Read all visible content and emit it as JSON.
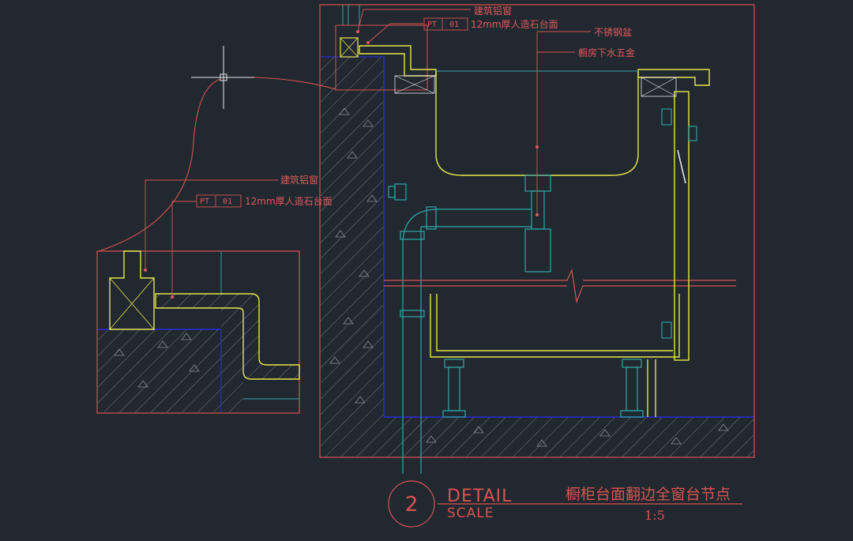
{
  "labels": {
    "aluminum_window": "建筑铝窗",
    "pt_code": "PT",
    "pt_number": "01",
    "stone_top": "12mm厚人造石台面",
    "stainless_basin": "不锈钢盆",
    "drain_hardware": "橱房下水五金"
  },
  "title_block": {
    "number": "2",
    "detail": "DETAIL",
    "scale_label": "SCALE",
    "title": "橱柜台面翻边全窗台节点",
    "scale_value": "1:5"
  },
  "colors": {
    "background": "#212830",
    "red": "#d9534f",
    "yellow": "#e6e64a",
    "cyan": "#2fa8a8",
    "blue": "#2b2bd6",
    "white": "#e8e8e8",
    "gray": "#8a8f96"
  }
}
